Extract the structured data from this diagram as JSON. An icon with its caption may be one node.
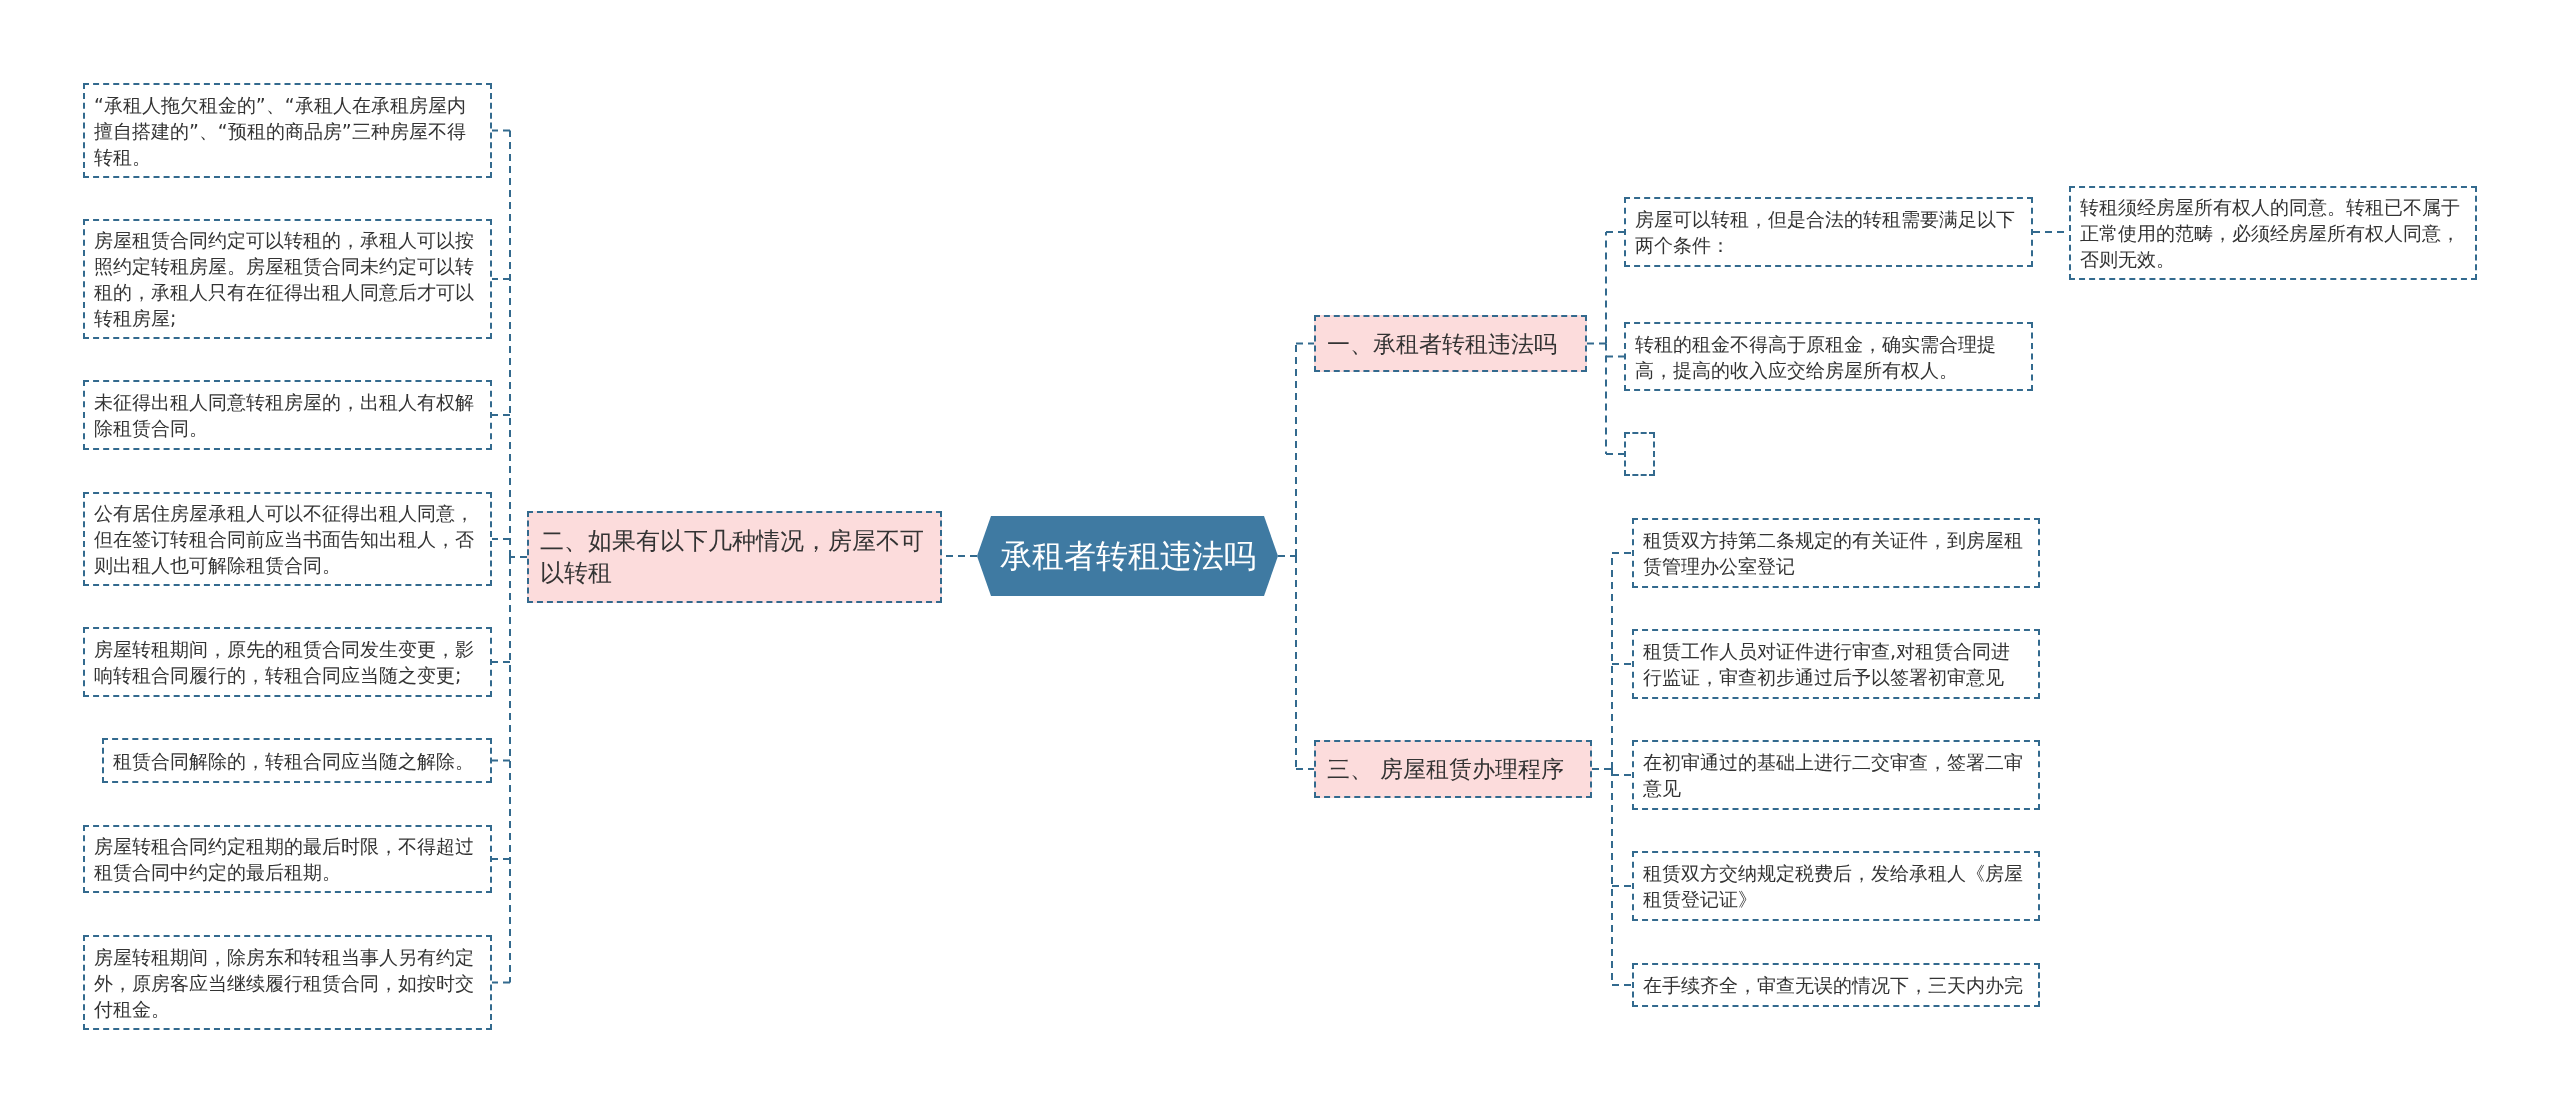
{
  "diagram": {
    "nodes": [
      {
        "text": [
          "承租者转租违法吗"
        ]
      },
      {
        "text": [
          "一、承租者转租违法吗"
        ]
      },
      {
        "text": [
          "房屋可以转租，但是合法的转租需要满足以下两个条件："
        ]
      },
      {
        "text": [
          "转租须经房屋所有权人的同意。转租已不属于正常使用的范畴，必须经房屋所有权人同意，否则无效。"
        ]
      },
      {
        "text": [
          "转租的租金不得高于原租金，确实需合理提高，提高的收入应交给房屋所有权人。"
        ]
      },
      {
        "text": [],
        "shape": "box"
      },
      {
        "text": [
          "二、如果有以下几种情况，房屋不可以转租"
        ]
      },
      {
        "text": [
          "“承租人拖欠租金的”、“承租人在承租房屋内擅自搭建的”、“预租的商品房”三种房屋不得转租。"
        ]
      },
      {
        "text": [
          "房屋租赁合同约定可以转租的，承租人可以按照约定转租房屋。房屋租赁合同未约定可以转租的，承租人只有在征得出租人同意后才可以转租房屋;"
        ]
      },
      {
        "text": [
          "未征得出租人同意转租房屋的，出租人有权解除租赁合同。"
        ]
      },
      {
        "text": [
          "公有居住房屋承租人可以不征得出租人同意，但在签订转租合同前应当书面告知出租人，否则出租人也可解除租赁合同。"
        ]
      },
      {
        "text": [
          "房屋转租期间，原先的租赁合同发生变更，影响转租合同履行的，转租合同应当随之变更;"
        ]
      },
      {
        "text": [
          "租赁合同解除的，转租合同应当随之解除。"
        ]
      },
      {
        "text": [
          "房屋转租合同约定租期的最后时限，不得超过租赁合同中约定的最后租期。"
        ]
      },
      {
        "text": [
          "房屋转租期间，除房东和转租当事人另有约定外，原房客应当继续履行租赁合同，如按时交付租金。"
        ]
      },
      {
        "text": [
          "三、 房屋租赁办理程序"
        ]
      },
      {
        "text": [
          "租赁双方持第二条规定的有关证件，到房屋租赁管理办公室登记"
        ]
      },
      {
        "text": [
          "租赁工作人员对证件进行审查,对租赁合同进行监证，审查初步通过后予以签署初审意见"
        ]
      },
      {
        "text": [
          "在初审通过的基础上进行二交审查，签署二审意见"
        ]
      },
      {
        "text": [
          "租赁双方交纳规定税费后，发给承租人《房屋租赁登记证》"
        ]
      },
      {
        "text": [
          "在手续齐全，审查无误的情况下，三天内办完"
        ]
      }
    ],
    "edges": [
      {
        "from": 0,
        "to": 1,
        "arrow": "none"
      },
      {
        "from": 1,
        "to": 2,
        "arrow": "none"
      },
      {
        "from": 2,
        "to": 3,
        "arrow": "none"
      },
      {
        "from": 1,
        "to": 4,
        "arrow": "none"
      },
      {
        "from": 1,
        "to": 5,
        "arrow": "none"
      },
      {
        "from": 0,
        "to": 6,
        "arrow": "none"
      },
      {
        "from": 6,
        "to": 7,
        "arrow": "none"
      },
      {
        "from": 6,
        "to": 8,
        "arrow": "none"
      },
      {
        "from": 6,
        "to": 9,
        "arrow": "none"
      },
      {
        "from": 6,
        "to": 10,
        "arrow": "none"
      },
      {
        "from": 6,
        "to": 11,
        "arrow": "none"
      },
      {
        "from": 6,
        "to": 12,
        "arrow": "none"
      },
      {
        "from": 6,
        "to": 13,
        "arrow": "none"
      },
      {
        "from": 6,
        "to": 14,
        "arrow": "none"
      },
      {
        "from": 0,
        "to": 15,
        "arrow": "none"
      },
      {
        "from": 15,
        "to": 16,
        "arrow": "none"
      },
      {
        "from": 15,
        "to": 17,
        "arrow": "none"
      },
      {
        "from": 15,
        "to": 18,
        "arrow": "none"
      },
      {
        "from": 15,
        "to": 19,
        "arrow": "none"
      },
      {
        "from": 15,
        "to": 20,
        "arrow": "none"
      }
    ]
  }
}
